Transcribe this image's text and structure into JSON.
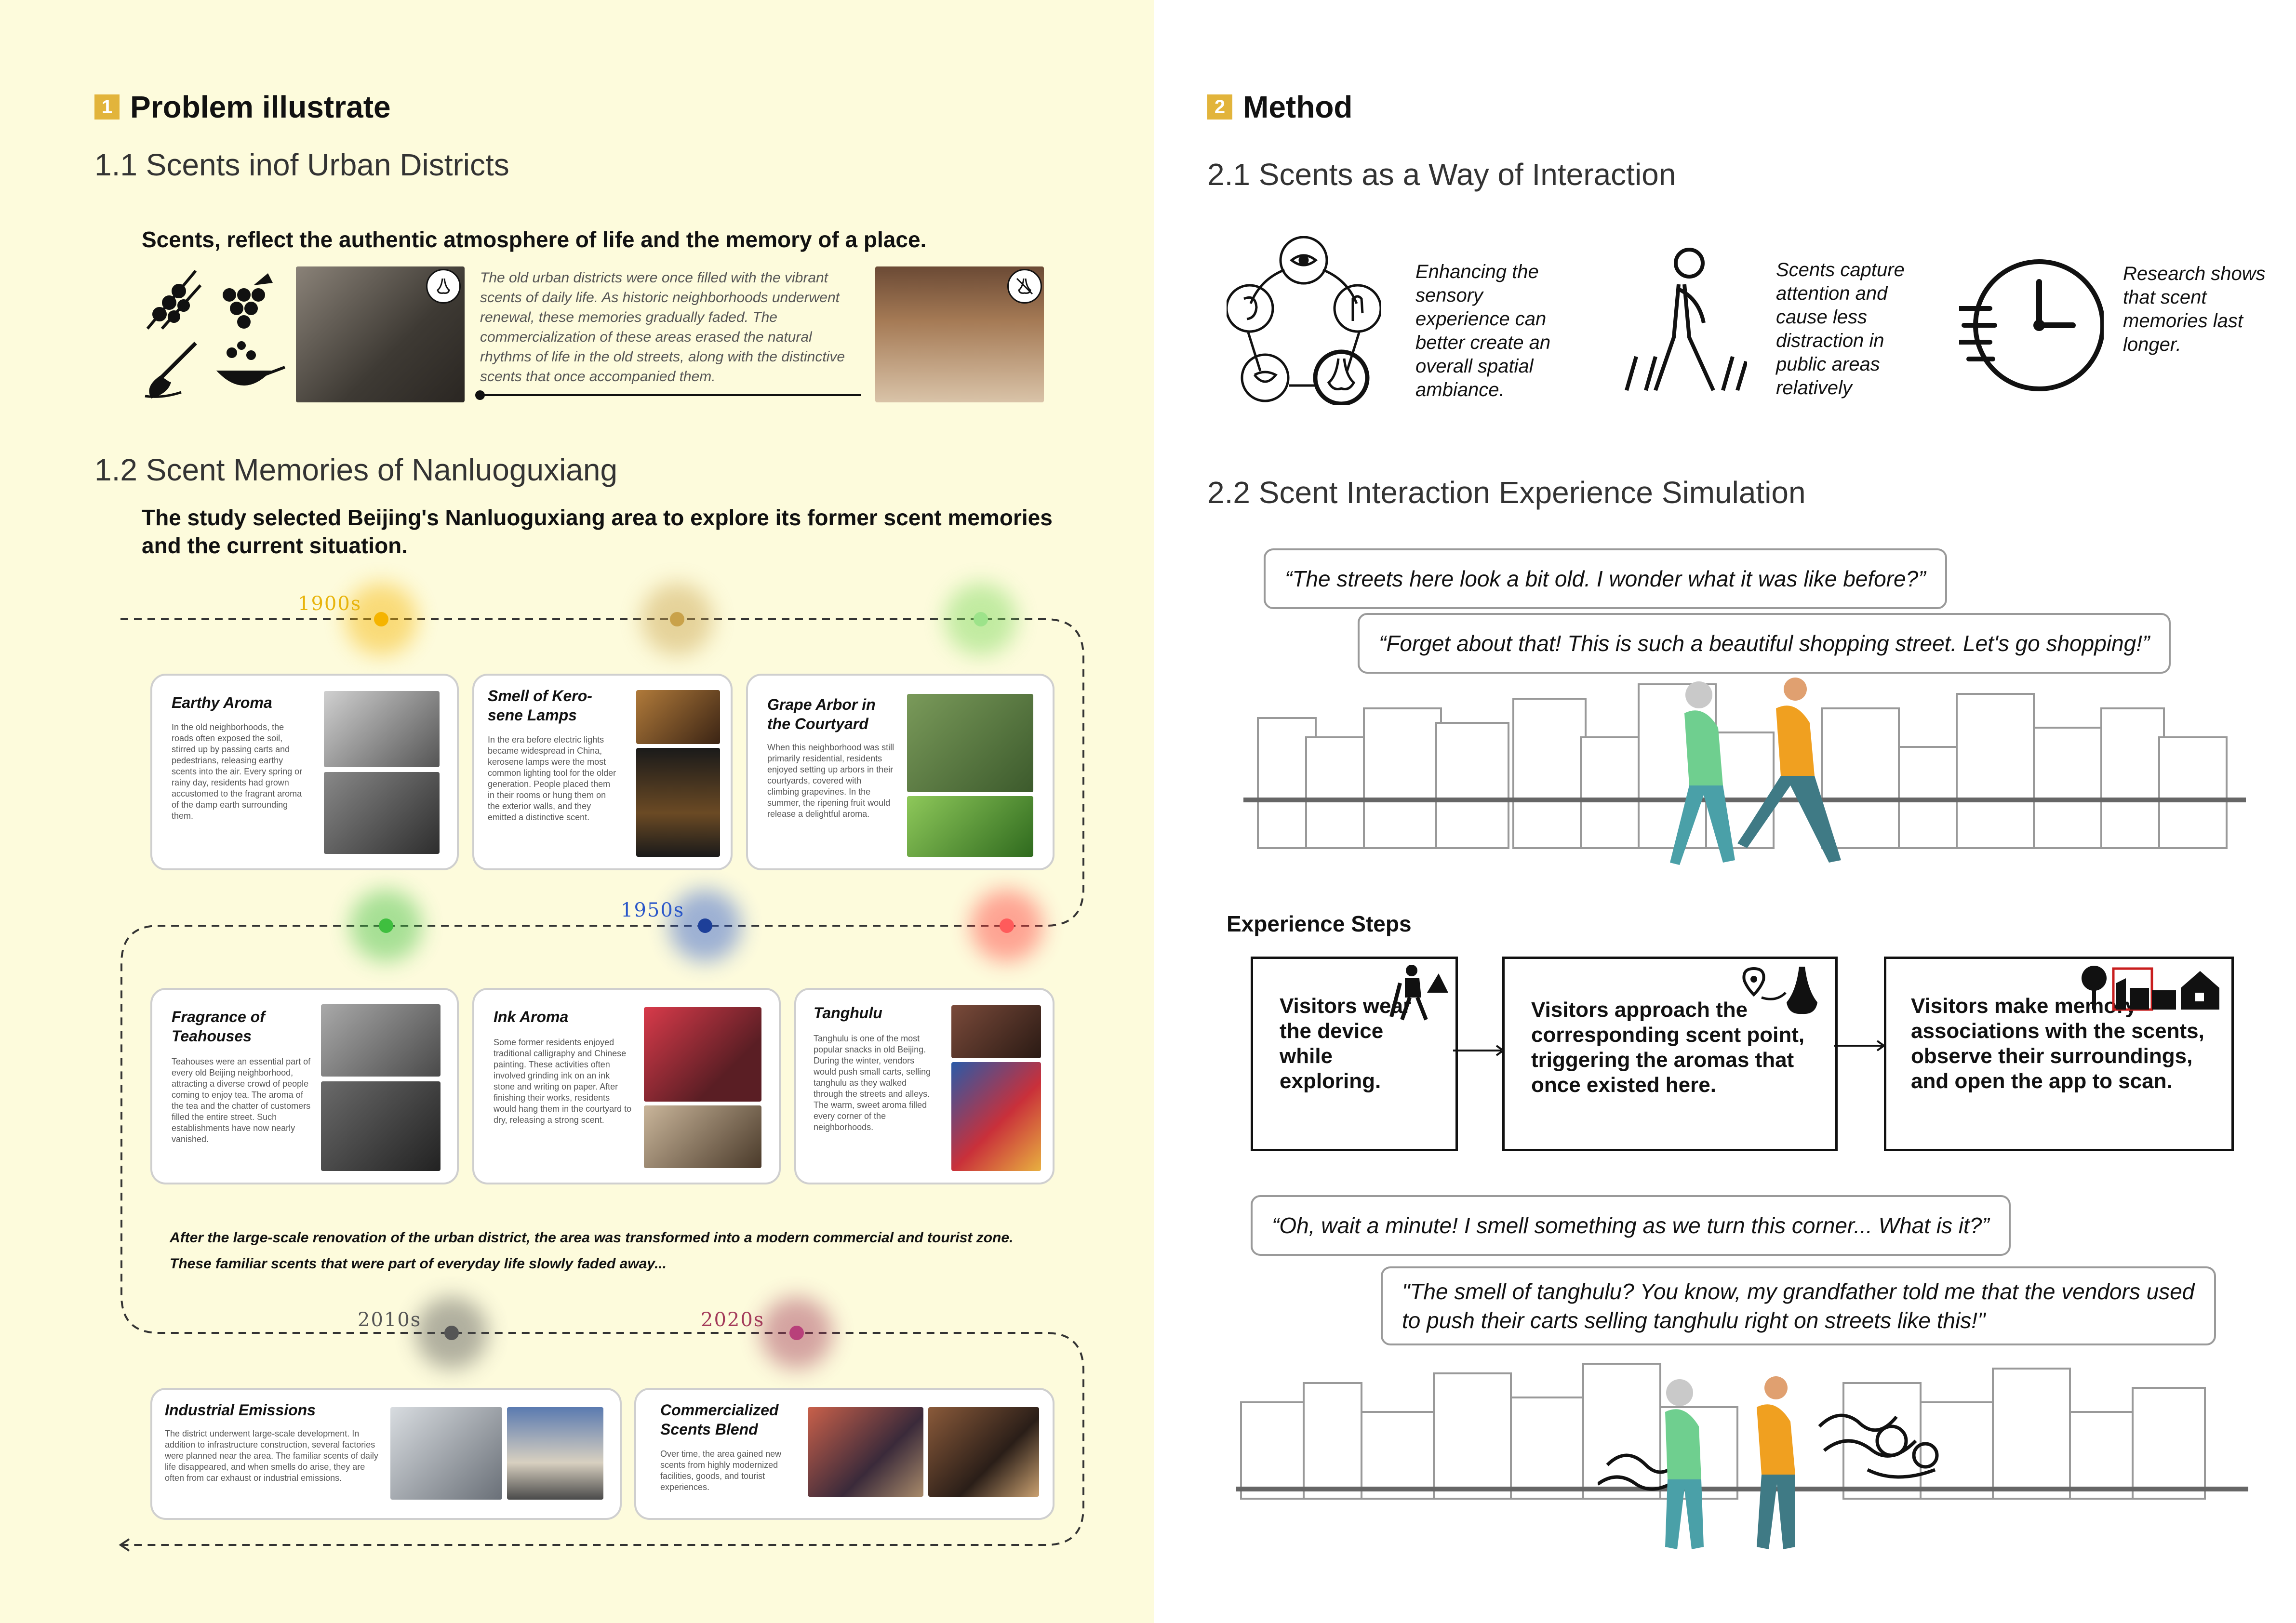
{
  "section1": {
    "number": "1",
    "title": "Problem illustrate",
    "sub1": {
      "title": "1.1 Scents inof Urban Districts",
      "lead": "Scents, reflect the authentic atmosphere of life and the memory of a place.",
      "paragraph": "The old urban districts were once filled with the vibrant scents of daily life. As historic neighborhoods underwent renewal, these memories gradually faded. The commercialization of these areas erased the natural rhythms of life in the old streets, along with the distinctive scents that once accompanied them."
    },
    "sub2": {
      "title": "1.2 Scent Memories of Nanluoguxiang",
      "lead": "The study selected Beijing's Nanluoguxiang area to explore its former scent memories and the current situation."
    },
    "eras": [
      "1900s",
      "1950s",
      "2010s",
      "2020s"
    ],
    "cards": [
      {
        "title": "Earthy Aroma",
        "text": "In the old neighborhoods, the roads often exposed the soil, stirred up by passing carts and pedestrians, releasing earthy scents into the air. Every spring or rainy day, residents had grown accustomed to the fragrant aroma of the damp earth surrounding them."
      },
      {
        "title": "Smell of Kero-sene Lamps",
        "text": "In the era before electric lights became widespread in China, kerosene lamps were the most common lighting tool for the older generation. People placed them in their rooms or hung them on the exterior walls, and they emitted a distinctive scent."
      },
      {
        "title": "Grape Arbor in the Courtyard",
        "text": "When this neighborhood was still primarily residential, residents enjoyed setting up arbors in their courtyards, covered with climbing grapevines. In the summer, the ripening fruit would release a delightful aroma."
      },
      {
        "title": "Fragrance of Teahouses",
        "text": "Teahouses were an essential part of every old Beijing neighborhood, attracting a diverse crowd of people coming to enjoy tea. The aroma of the tea and the chatter of customers filled the entire street. Such establishments have now nearly vanished."
      },
      {
        "title": "Ink Aroma",
        "text": "Some former residents enjoyed traditional calligraphy and Chinese painting. These activities often involved grinding ink on an ink stone and writing on paper. After finishing their works, residents would hang them in the courtyard to dry, releasing a strong scent."
      },
      {
        "title": "Tanghulu",
        "text": "Tanghulu is one of the most popular snacks in old Beijing. During the winter, vendors would push small carts, selling tanghulu as they walked through the streets and alleys. The warm, sweet aroma filled every corner of the neighborhoods."
      },
      {
        "title": "Industrial Emissions",
        "text": "The district underwent large-scale development. In addition to infrastructure construction, several factories were planned near the area. The familiar scents of daily life disappeared, and when smells do arise, they are often from car exhaust or industrial emissions."
      },
      {
        "title": "Commercialized Scents Blend",
        "text": "Over time, the area gained new scents from highly modernized facilities, goods, and tourist experiences."
      }
    ],
    "transition_line1": "After the large-scale renovation of the urban district, the area was transformed into a modern commercial and tourist zone.",
    "transition_line2": "These familiar scents that were part of everyday life slowly faded away..."
  },
  "section2": {
    "number": "2",
    "title": "Method",
    "sub1": {
      "title": "2.1 Scents as a Way of Interaction",
      "items": [
        {
          "icon": "five-senses-icon",
          "caption": "Enhancing the sensory experience can better create an overall spatial ambiance."
        },
        {
          "icon": "walking-person-icon",
          "caption": "Scents capture attention and cause less distraction in public areas relatively"
        },
        {
          "icon": "fast-clock-icon",
          "caption": "Research shows that scent memories last longer."
        }
      ]
    },
    "sub2": {
      "title": "2.2 Scent Interaction Experience Simulation",
      "bubble1": "“The streets here look a bit old. I wonder what it was like before?”",
      "bubble2": "“Forget about that! This is such a beautiful shopping street. Let's go shopping!”",
      "steps_title": "Experience Steps",
      "steps": [
        {
          "icon": "hiker-icon",
          "text": "Visitors wear the device while exploring."
        },
        {
          "icon": "nose-location-icon",
          "text": "Visitors approach the corresponding scent point, triggering the aromas that once existed here."
        },
        {
          "icon": "city-scene-icon",
          "text": "Visitors make memory associations with the scents, observe their surroundings, and open the app to scan."
        }
      ],
      "bubble3": "“Oh, wait a minute! I smell something as we turn this corner... What is it?”",
      "bubble4": "\"The smell of tanghulu? You know, my grandfather told me that the vendors used to push their carts selling tanghulu right on streets like this!\""
    },
    "colors": {
      "accent": "#e2b43b",
      "left_bg": "#fdfbdc",
      "era_1900s": "#e8b40c",
      "era_1950s": "#2a57c9",
      "era_2010s": "#555555",
      "era_2020s": "#a33a5a"
    }
  }
}
